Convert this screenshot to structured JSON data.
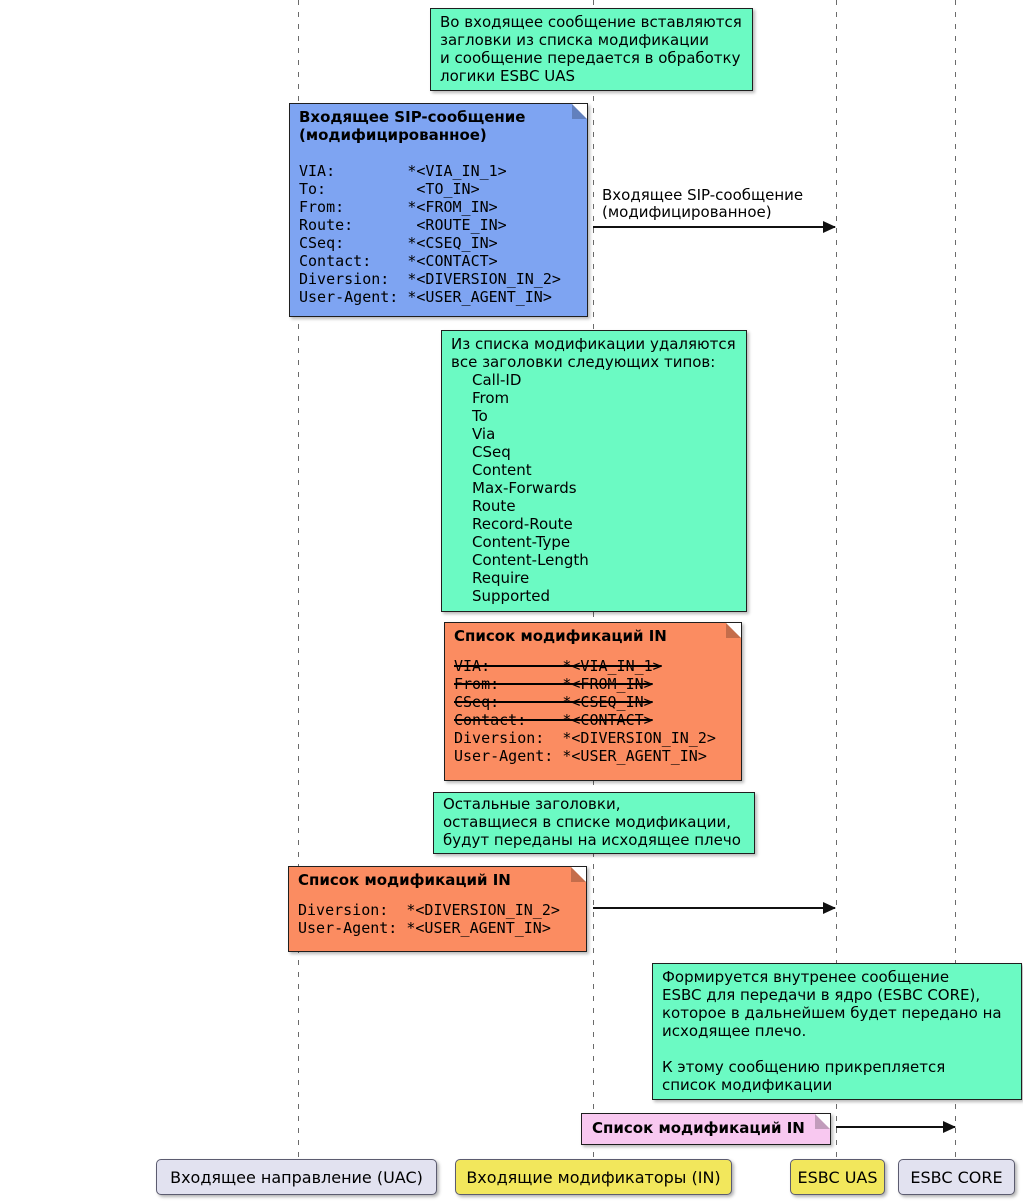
{
  "colors": {
    "note_green": "#6BFAC3",
    "note_blue": "#7EA4F2",
    "note_orange": "#FB8C61",
    "note_pink": "#F8C8F0",
    "participant_lavender": "#E2E2F0",
    "participant_yellow": "#F2E75C"
  },
  "participants": [
    {
      "label": "Входящее направление (UAC)"
    },
    {
      "label": "Входящие модификаторы (IN)"
    },
    {
      "label": "ESBC UAS"
    },
    {
      "label": "ESBC CORE"
    }
  ],
  "notes": {
    "insert": {
      "lines": [
        "Во входящее сообщение вставляются",
        "загловки из списка модификации",
        "и сообщение передается в обработку",
        "логики ESBC UAS"
      ]
    },
    "sip_message": {
      "title_lines": [
        "Входящее SIP-сообщение",
        "(модифицированное)"
      ],
      "headers": [
        "VIA:        *<VIA_IN_1>",
        "To:          <TO_IN>",
        "From:       *<FROM_IN>",
        "Route:       <ROUTE_IN>",
        "CSeq:       *<CSEQ_IN>",
        "Contact:    *<CONTACT>",
        "Diversion:  *<DIVERSION_IN_2>",
        "User-Agent: *<USER_AGENT_IN>"
      ]
    },
    "removal": {
      "intro_lines": [
        "Из списка модификации удаляются",
        "все заголовки следующих типов:"
      ],
      "items": [
        "Call-ID",
        "From",
        "To",
        "Via",
        "CSeq",
        "Content",
        "Max-Forwards",
        "Route",
        "Record-Route",
        "Content-Type",
        "Content-Length",
        "Require",
        "Supported"
      ]
    },
    "mod_list_full": {
      "title": "Список модификаций IN",
      "struck_lines": [
        "VIA:        *<VIA_IN_1>",
        "From:       *<FROM_IN>",
        "CSeq:       *<CSEQ_IN>",
        "Contact:    *<CONTACT>"
      ],
      "kept_lines": [
        "Diversion:  *<DIVERSION_IN_2>",
        "User-Agent: *<USER_AGENT_IN>"
      ]
    },
    "remaining": {
      "lines": [
        "Остальные заголовки,",
        "оставщиеся в списке модификации,",
        "будут переданы на исходящее плечо"
      ]
    },
    "mod_list_reduced": {
      "title": "Список модификаций IN",
      "lines": [
        "Diversion:  *<DIVERSION_IN_2>",
        "User-Agent: *<USER_AGENT_IN>"
      ]
    },
    "core_forward": {
      "lines": [
        "Формируется внутренее сообщение",
        "ESBC для передачи в ядро (ESBC CORE),",
        "которое в дальнейшем будет передано на",
        "исходящее плечо.",
        "",
        "К этому сообщению прикрепляется",
        "список модификации"
      ]
    },
    "mod_list_tag": {
      "title": "Список модификаций IN"
    }
  },
  "arrows": {
    "sip_to_uas": {
      "label_lines": [
        "Входящее SIP-сообщение",
        "(модифицированное)"
      ]
    }
  }
}
